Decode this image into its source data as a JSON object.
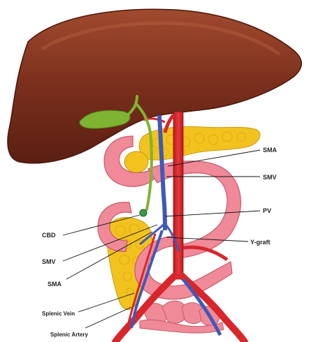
{
  "labels": {
    "sma_right": "SMA",
    "smv_right": "SMV",
    "pv": "PV",
    "cbd": "CBD",
    "smv_left": "SMV",
    "y_graft": "Y-graft",
    "sma_left": "SMA",
    "splenic_vein": "Splenic Vein",
    "splenic_artery": "Splenic Artery"
  },
  "colors": {
    "liver": "#7a2f1c",
    "liver_highlight": "#a04a2e",
    "artery": "#d8262b",
    "vein": "#3f59b8",
    "intestine": "#f08a98",
    "intestine_light": "#f8b8c0",
    "pancreas": "#f2c21e",
    "gallbladder": "#7fb332",
    "leader_line": "#111111"
  }
}
